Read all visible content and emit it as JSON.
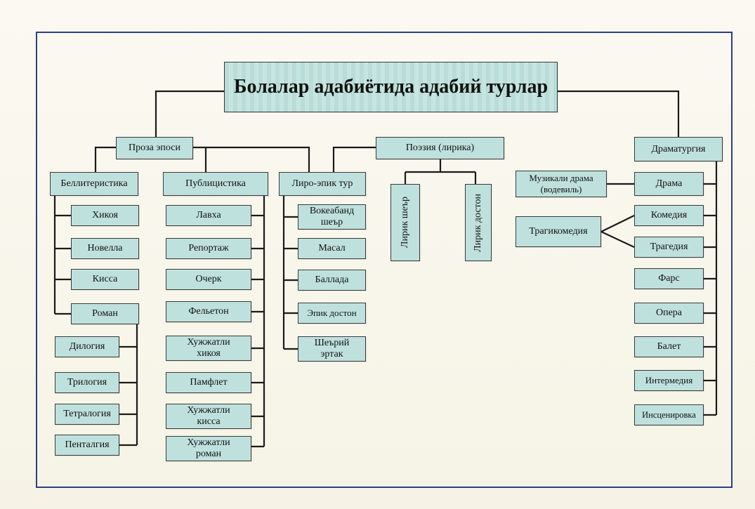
{
  "title": "Болалар адабиётида адабий турлар",
  "epic": {
    "label": "Проза эпоси",
    "belletristics": {
      "label": "Беллитеристика",
      "items": [
        "Хикоя",
        "Новелла",
        "Кисса",
        "Роман"
      ],
      "roman_types": [
        "Дилогия",
        "Трилогия",
        "Тетралогия",
        "Пенталгия"
      ]
    },
    "publicistics": {
      "label": "Публицистика",
      "items": [
        "Лавха",
        "Репортаж",
        "Очерк",
        "Фельетон",
        "Хужжатли хикоя",
        "Памфлет",
        "Хужжатли кисса",
        "Хужжатли роман"
      ]
    }
  },
  "lyro_epic": {
    "label": "Лиро-эпик тур",
    "items": [
      "Вокеабанд шеър",
      "Масал",
      "Баллада",
      "Эпик достон",
      "Шеърий эртак"
    ]
  },
  "poetry": {
    "label": "Поэзия (лирика)",
    "items": [
      "Лирик шеър",
      "Лирик достон"
    ]
  },
  "drama": {
    "label": "Драматургия",
    "items": [
      "Драма",
      "Комедия",
      "Трагедия",
      "Фарс",
      "Опера",
      "Балет",
      "Интермедия",
      "Инсценировка"
    ],
    "musical": "Музикали драма (водевиль)",
    "tragicomedy": "Трагикомедия"
  }
}
